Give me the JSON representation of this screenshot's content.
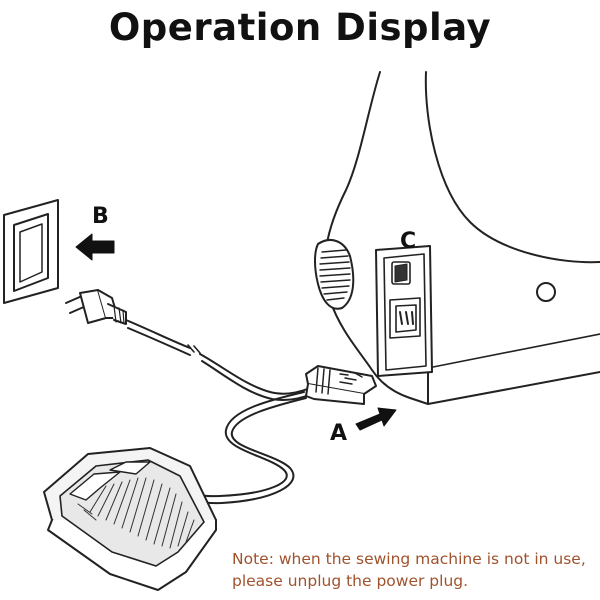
{
  "title": "Operation Display",
  "labels": {
    "a": "A",
    "b": "B",
    "c": "C"
  },
  "note": "Note: when the sewing machine is not in use, please unplug the power plug.",
  "colors": {
    "note": "#a0522d",
    "line": "#222222",
    "title": "#111111"
  }
}
